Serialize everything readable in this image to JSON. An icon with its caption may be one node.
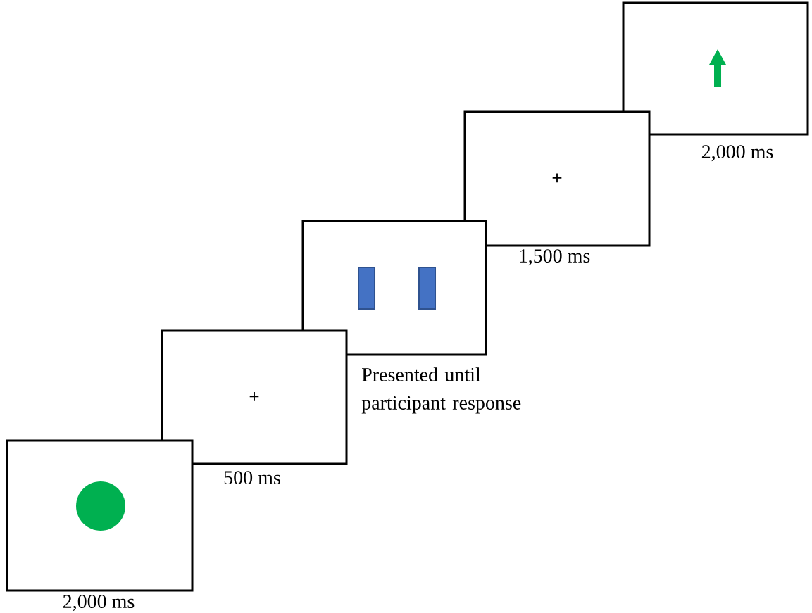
{
  "diagram": {
    "nodes": [
      {
        "text": [],
        "shape": "box",
        "beside": [
          "2,000 ms"
        ]
      },
      {
        "text": [
          "+"
        ],
        "beside": [
          "500 ms"
        ]
      },
      {
        "text": [],
        "shape": "box",
        "beside": [
          "Presented until participant response"
        ]
      },
      {
        "text": [
          "+"
        ],
        "beside": [
          "1,500 ms"
        ]
      },
      {
        "text": [],
        "shape": "box",
        "beside": [
          "2,000 ms"
        ]
      }
    ]
  }
}
